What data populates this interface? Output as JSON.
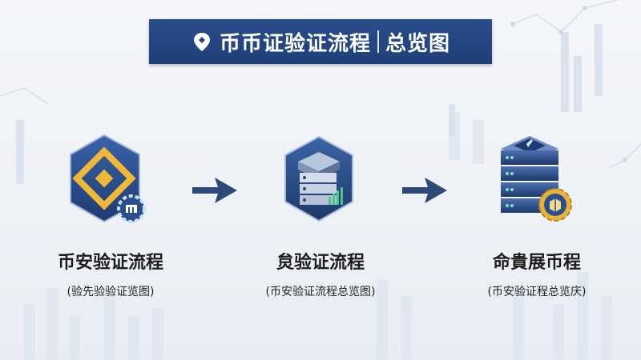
{
  "title": {
    "part1": "币币证验证流程",
    "part2": "总览图"
  },
  "steps": [
    {
      "name": "币安验证流程",
      "sub": "(验先验验证览图)",
      "icon": "binance-hex-gear-icon"
    },
    {
      "name": "炱验证流程",
      "sub": "(币安验证流程总览图)",
      "icon": "server-stack-icon"
    },
    {
      "name": "命貴展币程",
      "sub": "(币安验证程总览庆)",
      "icon": "server-gear-icon"
    }
  ],
  "colors": {
    "banner": "#24467f",
    "hex": "#294d8e",
    "gold": "#e8b23a",
    "arrow": "#2b4a78"
  }
}
